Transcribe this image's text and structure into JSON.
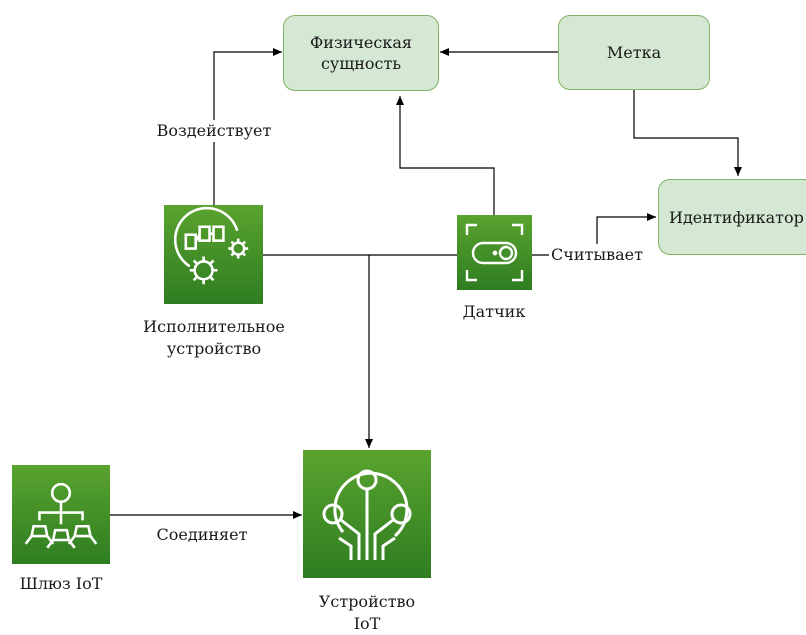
{
  "nodes": {
    "physical_entity": "Физическая сущность",
    "tag": "Метка",
    "identifier": "Идентификатор",
    "actuator": "Исполнительное устройство",
    "sensor": "Датчик",
    "gateway": "Шлюз IoT",
    "device": "Устройство IoT"
  },
  "edges": {
    "acts_on": "Воздействует",
    "reads": "Считывает",
    "connects": "Соединяет"
  },
  "colors": {
    "box_fill": "#d5e8d4",
    "box_stroke": "#82b366",
    "icon_green": "#3c8a2e",
    "line": "#000000"
  },
  "icons": {
    "actuator": "robotic-arm-gears-icon",
    "sensor": "toggle-sensor-icon",
    "gateway": "iot-gateway-icon",
    "device": "iot-device-tree-icon"
  }
}
